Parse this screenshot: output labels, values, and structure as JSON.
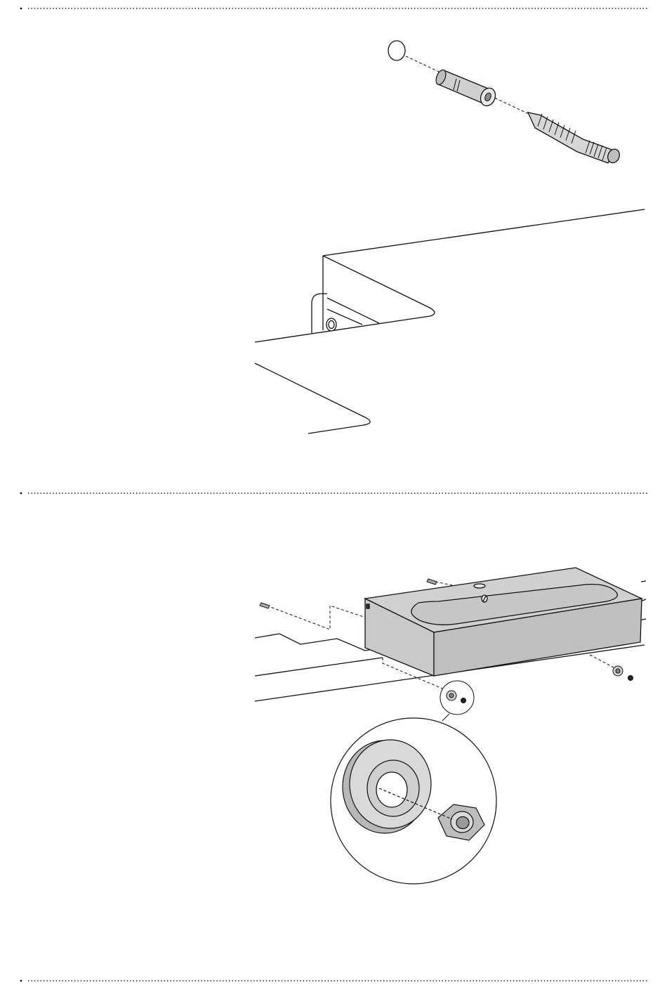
{
  "page": {
    "background": "#ffffff",
    "line_color": "#111111",
    "part_fill": "#d9d9d9",
    "part_dark": "#9a9a9a"
  },
  "step1": {
    "parts": [
      "cap",
      "wall-plug",
      "hanger-bolt",
      "countertop",
      "wall-bracket"
    ]
  },
  "step2": {
    "parts": [
      "washbasin",
      "mounting-screws",
      "washer-and-nut",
      "detail-magnifier"
    ]
  }
}
